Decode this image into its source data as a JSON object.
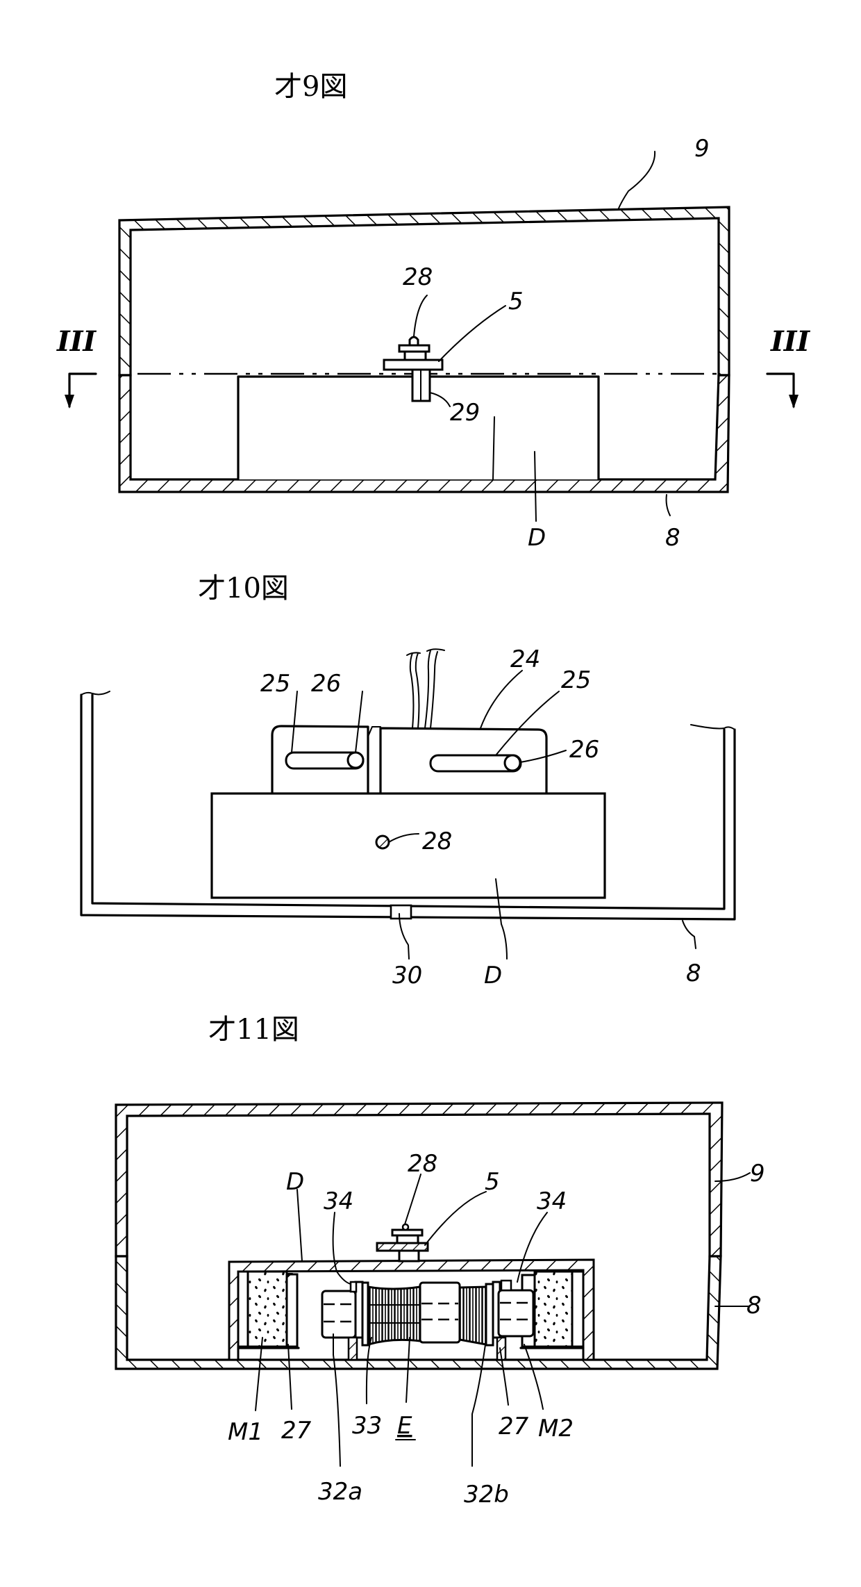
{
  "figures": [
    {
      "id": "fig9",
      "title": "才9図",
      "section_mark": "III",
      "labels": {
        "cover": "9",
        "base": "8",
        "device": "D",
        "screw": "28",
        "plate": "5",
        "shaft": "29"
      }
    },
    {
      "id": "fig10",
      "title": "才10図",
      "labels": {
        "slot_left": "25",
        "pin_left": "26",
        "bracket": "24",
        "slot_right": "25",
        "pin_right": "26",
        "screw": "28",
        "block": "30",
        "device": "D",
        "base": "8"
      }
    },
    {
      "id": "fig11",
      "title": "才11図",
      "labels": {
        "cover": "9",
        "base": "8",
        "device": "D",
        "screw": "28",
        "plate": "5",
        "flange_left": "34",
        "flange_right": "34",
        "magnet_left": "M1",
        "spacer_left": "27",
        "coil": "33",
        "element": "E",
        "spacer_right": "27",
        "magnet_right": "M2",
        "core_left": "32a",
        "core_right": "32b"
      }
    }
  ]
}
